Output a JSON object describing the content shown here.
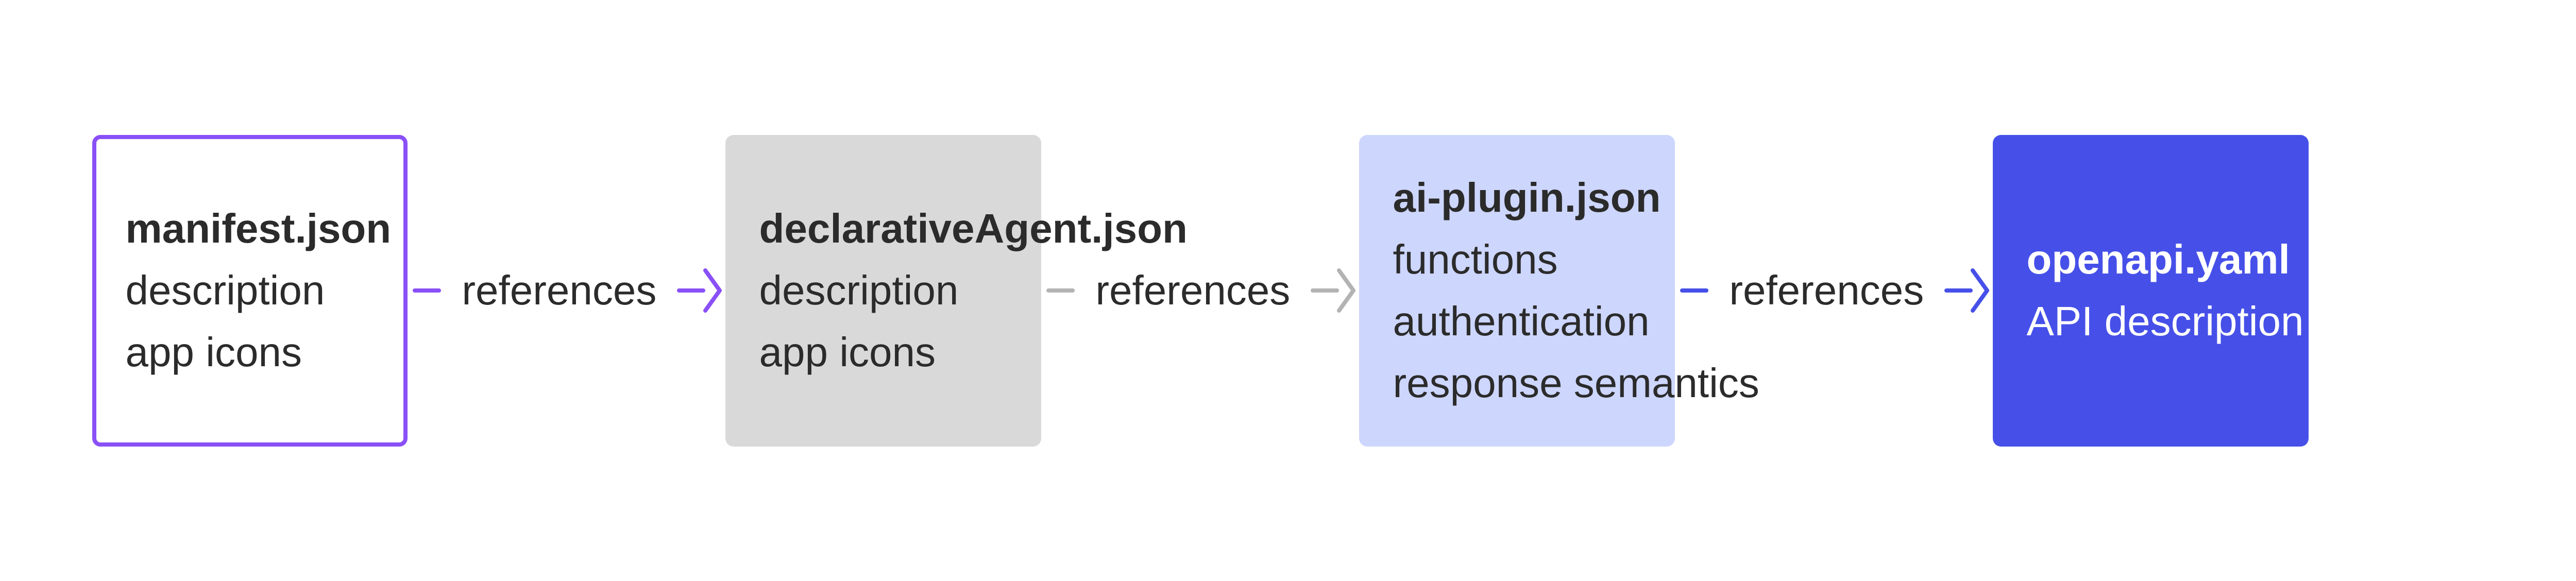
{
  "nodes": [
    {
      "title": "manifest.json",
      "lines": [
        "description",
        "app icons"
      ],
      "style": "outlined",
      "color": "#8a50f7"
    },
    {
      "title": "declarativeAgent.json",
      "lines": [
        "description",
        "app icons"
      ],
      "style": "filled",
      "color": "#d9d9d9"
    },
    {
      "title": "ai-plugin.json",
      "lines": [
        "functions",
        "authentication",
        "response semantics"
      ],
      "style": "filled",
      "color": "#cdd6fd"
    },
    {
      "title": "openapi.yaml",
      "lines": [
        "API description"
      ],
      "style": "filled",
      "color": "#4650e8"
    }
  ],
  "edges": [
    {
      "from": "manifest.json",
      "to": "declarativeAgent.json",
      "label": "references",
      "color": "#8a50f7"
    },
    {
      "from": "declarativeAgent.json",
      "to": "ai-plugin.json",
      "label": "references",
      "color": "#b3b3b3"
    },
    {
      "from": "ai-plugin.json",
      "to": "openapi.yaml",
      "label": "references",
      "color": "#4650e8"
    }
  ]
}
